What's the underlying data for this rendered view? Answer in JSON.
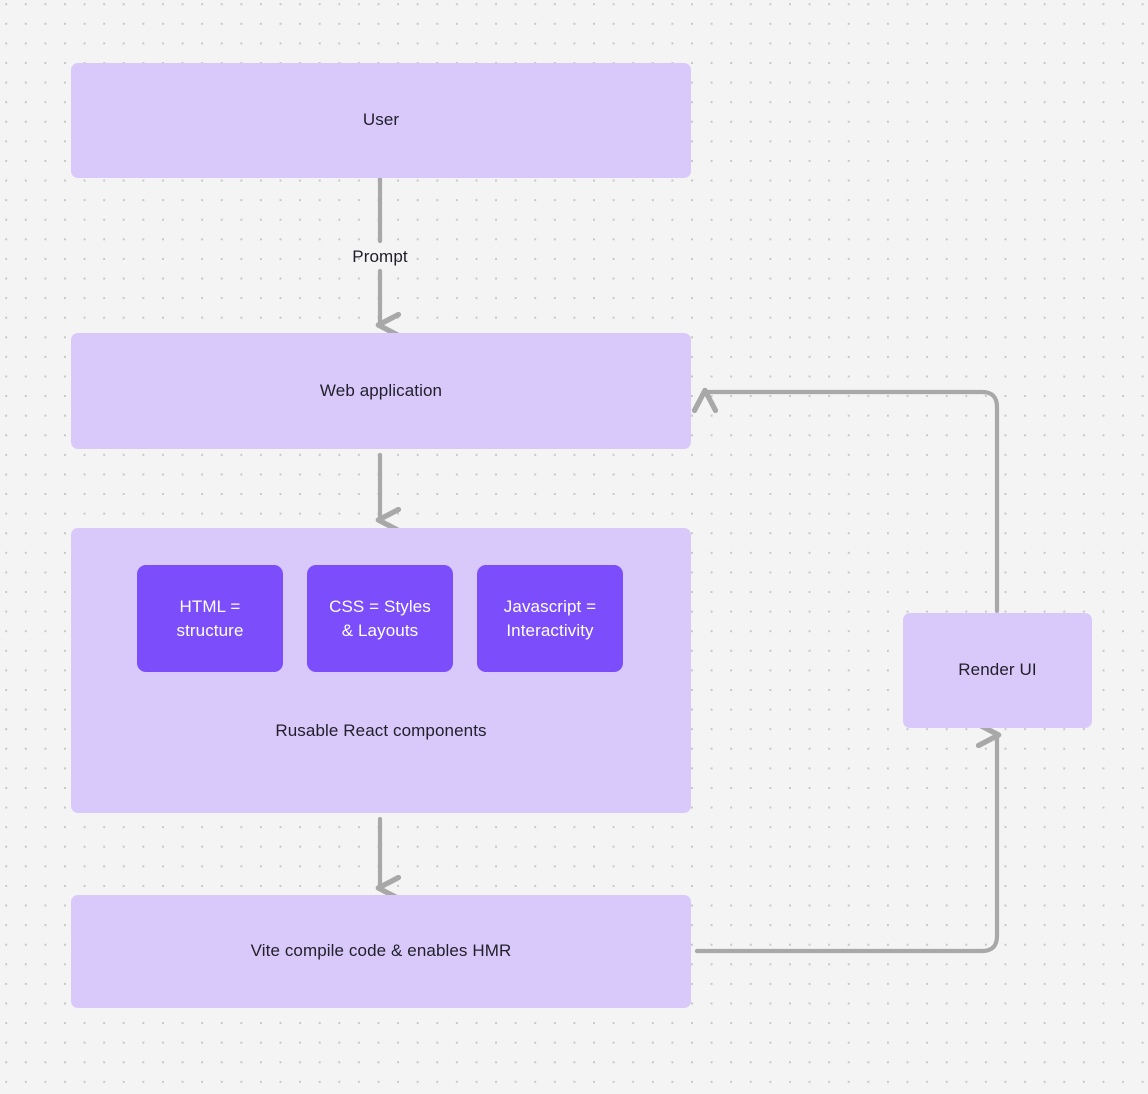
{
  "diagram": {
    "title": "React web application render flow",
    "type": "flowchart",
    "background": {
      "color": "#f4f4f4",
      "pattern": "dot-grid",
      "dot_color": "#c9c6c9"
    },
    "colors": {
      "node_fill": "#d8c9fa",
      "chip_fill": "#7c4dfb",
      "node_text": "#22202b",
      "chip_text": "#ffffff",
      "edge": "#a8a8a8"
    },
    "nodes": {
      "user": {
        "label": "User"
      },
      "web_application": {
        "label": "Web application"
      },
      "components_group": {
        "caption": "Rusable React components"
      },
      "html_chip": {
        "label": "HTML =\nstructure",
        "line1": "HTML =",
        "line2": "structure"
      },
      "css_chip": {
        "label": "CSS = Styles\n& Layouts",
        "line1": "CSS = Styles",
        "line2": "& Layouts"
      },
      "js_chip": {
        "label": "Javascript =\nInteractivity",
        "line1": "Javascript =",
        "line2": "Interactivity"
      },
      "vite": {
        "label": "Vite compile code & enables HMR"
      },
      "render_ui": {
        "label": "Render UI"
      }
    },
    "edges": [
      {
        "from": "user",
        "to": "web_application",
        "label": "Prompt"
      },
      {
        "from": "web_application",
        "to": "components_group",
        "label": ""
      },
      {
        "from": "components_group",
        "to": "vite",
        "label": ""
      },
      {
        "from": "vite",
        "to": "render_ui",
        "label": ""
      },
      {
        "from": "render_ui",
        "to": "web_application",
        "label": ""
      }
    ]
  }
}
